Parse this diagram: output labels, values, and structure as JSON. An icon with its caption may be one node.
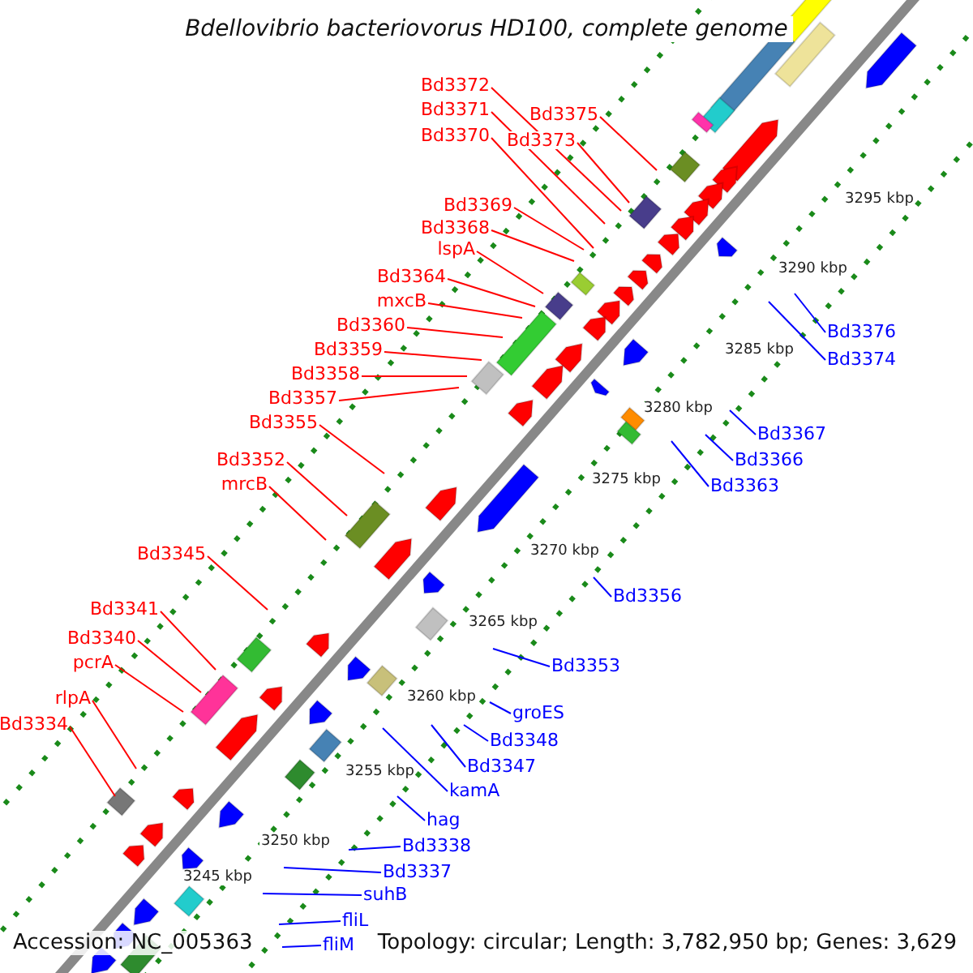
{
  "diagram": {
    "title": "Bdellovibrio bacteriovorus HD100, complete genome",
    "nodes": [
      {
        "text": [
          "Bd3372"
        ]
      },
      {
        "text": [
          "Bd3371"
        ]
      },
      {
        "text": [
          "Bd3370"
        ]
      },
      {
        "text": [
          "Bd3375"
        ]
      },
      {
        "text": [
          "Bd3373"
        ]
      },
      {
        "text": [
          "Bd3369"
        ]
      },
      {
        "text": [
          "Bd3368"
        ]
      },
      {
        "text": [
          "lspA"
        ]
      },
      {
        "text": [
          "Bd3364"
        ]
      },
      {
        "text": [
          "mxcB"
        ]
      },
      {
        "text": [
          "Bd3360"
        ]
      },
      {
        "text": [
          "Bd3359"
        ]
      },
      {
        "text": [
          "Bd3358"
        ]
      },
      {
        "text": [
          "Bd3357"
        ]
      },
      {
        "text": [
          "Bd3355"
        ]
      },
      {
        "text": [
          "Bd3352"
        ]
      },
      {
        "text": [
          "mrcB"
        ]
      },
      {
        "text": [
          "Bd3345"
        ]
      },
      {
        "text": [
          "Bd3341"
        ]
      },
      {
        "text": [
          "Bd3340"
        ]
      },
      {
        "text": [
          "pcrA"
        ]
      },
      {
        "text": [
          "rlpA"
        ]
      },
      {
        "text": [
          "Bd3334"
        ]
      },
      {
        "text": [
          "Bd3376"
        ]
      },
      {
        "text": [
          "Bd3374"
        ]
      },
      {
        "text": [
          "Bd3367"
        ]
      },
      {
        "text": [
          "Bd3366"
        ]
      },
      {
        "text": [
          "Bd3363"
        ]
      },
      {
        "text": [
          "Bd3356"
        ]
      },
      {
        "text": [
          "Bd3353"
        ]
      },
      {
        "text": [
          "groES"
        ]
      },
      {
        "text": [
          "Bd3348"
        ]
      },
      {
        "text": [
          "Bd3347"
        ]
      },
      {
        "text": [
          "kamA"
        ]
      },
      {
        "text": [
          "hag"
        ]
      },
      {
        "text": [
          "Bd3338"
        ]
      },
      {
        "text": [
          "Bd3337"
        ]
      },
      {
        "text": [
          "suhB"
        ]
      },
      {
        "text": [
          "fliL"
        ]
      },
      {
        "text": [
          "fliM"
        ]
      }
    ],
    "edges": [
      {
        "from": 0,
        "to": null,
        "arrow": "none"
      },
      {
        "from": 1,
        "to": null,
        "arrow": "none"
      },
      {
        "from": 2,
        "to": null,
        "arrow": "none"
      },
      {
        "from": 3,
        "to": null,
        "arrow": "none"
      },
      {
        "from": 4,
        "to": null,
        "arrow": "none"
      },
      {
        "from": 5,
        "to": null,
        "arrow": "none"
      },
      {
        "from": 6,
        "to": null,
        "arrow": "none"
      },
      {
        "from": 7,
        "to": null,
        "arrow": "none"
      },
      {
        "from": 8,
        "to": null,
        "arrow": "none"
      },
      {
        "from": 9,
        "to": null,
        "arrow": "none"
      },
      {
        "from": 10,
        "to": null,
        "arrow": "none"
      },
      {
        "from": 11,
        "to": null,
        "arrow": "none"
      },
      {
        "from": 12,
        "to": null,
        "arrow": "none"
      },
      {
        "from": 13,
        "to": null,
        "arrow": "none"
      },
      {
        "from": 14,
        "to": null,
        "arrow": "none"
      },
      {
        "from": 15,
        "to": null,
        "arrow": "none"
      },
      {
        "from": 16,
        "to": null,
        "arrow": "none"
      },
      {
        "from": 17,
        "to": null,
        "arrow": "none"
      },
      {
        "from": 18,
        "to": null,
        "arrow": "none"
      },
      {
        "from": 19,
        "to": null,
        "arrow": "none"
      },
      {
        "from": 20,
        "to": null,
        "arrow": "none"
      },
      {
        "from": 21,
        "to": null,
        "arrow": "none"
      },
      {
        "from": 22,
        "to": null,
        "arrow": "none"
      },
      {
        "from": 23,
        "to": null,
        "arrow": "none",
        "color": "#0000ff"
      },
      {
        "from": 24,
        "to": null,
        "arrow": "none",
        "color": "#0000ff"
      },
      {
        "from": 25,
        "to": null,
        "arrow": "none",
        "color": "#0000ff"
      },
      {
        "from": 26,
        "to": null,
        "arrow": "none",
        "color": "#0000ff"
      },
      {
        "from": 27,
        "to": null,
        "arrow": "none",
        "color": "#0000ff"
      },
      {
        "from": 28,
        "to": null,
        "arrow": "none",
        "color": "#0000ff"
      },
      {
        "from": 29,
        "to": null,
        "arrow": "none",
        "color": "#0000ff"
      },
      {
        "from": 30,
        "to": null,
        "arrow": "none",
        "color": "#0000ff"
      },
      {
        "from": 31,
        "to": null,
        "arrow": "none",
        "color": "#0000ff"
      },
      {
        "from": 32,
        "to": null,
        "arrow": "none",
        "color": "#0000ff"
      },
      {
        "from": 33,
        "to": null,
        "arrow": "none",
        "color": "#0000ff"
      },
      {
        "from": 34,
        "to": null,
        "arrow": "none",
        "color": "#0000ff"
      },
      {
        "from": 35,
        "to": null,
        "arrow": "none",
        "color": "#0000ff"
      },
      {
        "from": 36,
        "to": null,
        "arrow": "none",
        "color": "#0000ff"
      },
      {
        "from": 37,
        "to": null,
        "arrow": "none",
        "color": "#0000ff"
      },
      {
        "from": 38,
        "to": null,
        "arrow": "none",
        "color": "#0000ff"
      },
      {
        "from": 39,
        "to": null,
        "arrow": "none",
        "color": "#0000ff"
      }
    ],
    "labels": [
      "3295 kbp",
      "3290 kbp",
      "3285 kbp",
      "3280 kbp",
      "3275 kbp",
      "3270 kbp",
      "3265 kbp",
      "3260 kbp",
      "3255 kbp",
      "3250 kbp",
      "3245 kbp",
      "Accession: NC_005363",
      "Topology: circular; Length: 3,782,950 bp; Genes: 3,629"
    ]
  }
}
